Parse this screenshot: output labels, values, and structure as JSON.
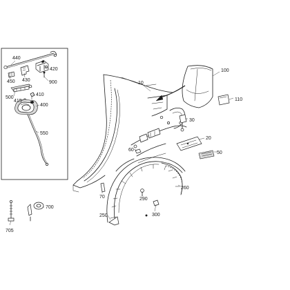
{
  "diagram": {
    "inset_box_border_color": "#1c1c1c",
    "arrow_color": "#1c1c1c",
    "labels": {
      "p10": "10",
      "p20": "20",
      "p30": "30",
      "p50": "50",
      "p60": "60",
      "p70": "70",
      "p100": "100",
      "p110": "110",
      "p250": "250",
      "p260": "260",
      "p290": "290",
      "p300": "300",
      "p400": "400",
      "p410": "410",
      "p415": "415",
      "p420": "420",
      "p430": "430",
      "p440": "440",
      "p450": "450",
      "p500": "500",
      "p550": "550",
      "p700": "700",
      "p705": "705",
      "p900": "900"
    }
  }
}
